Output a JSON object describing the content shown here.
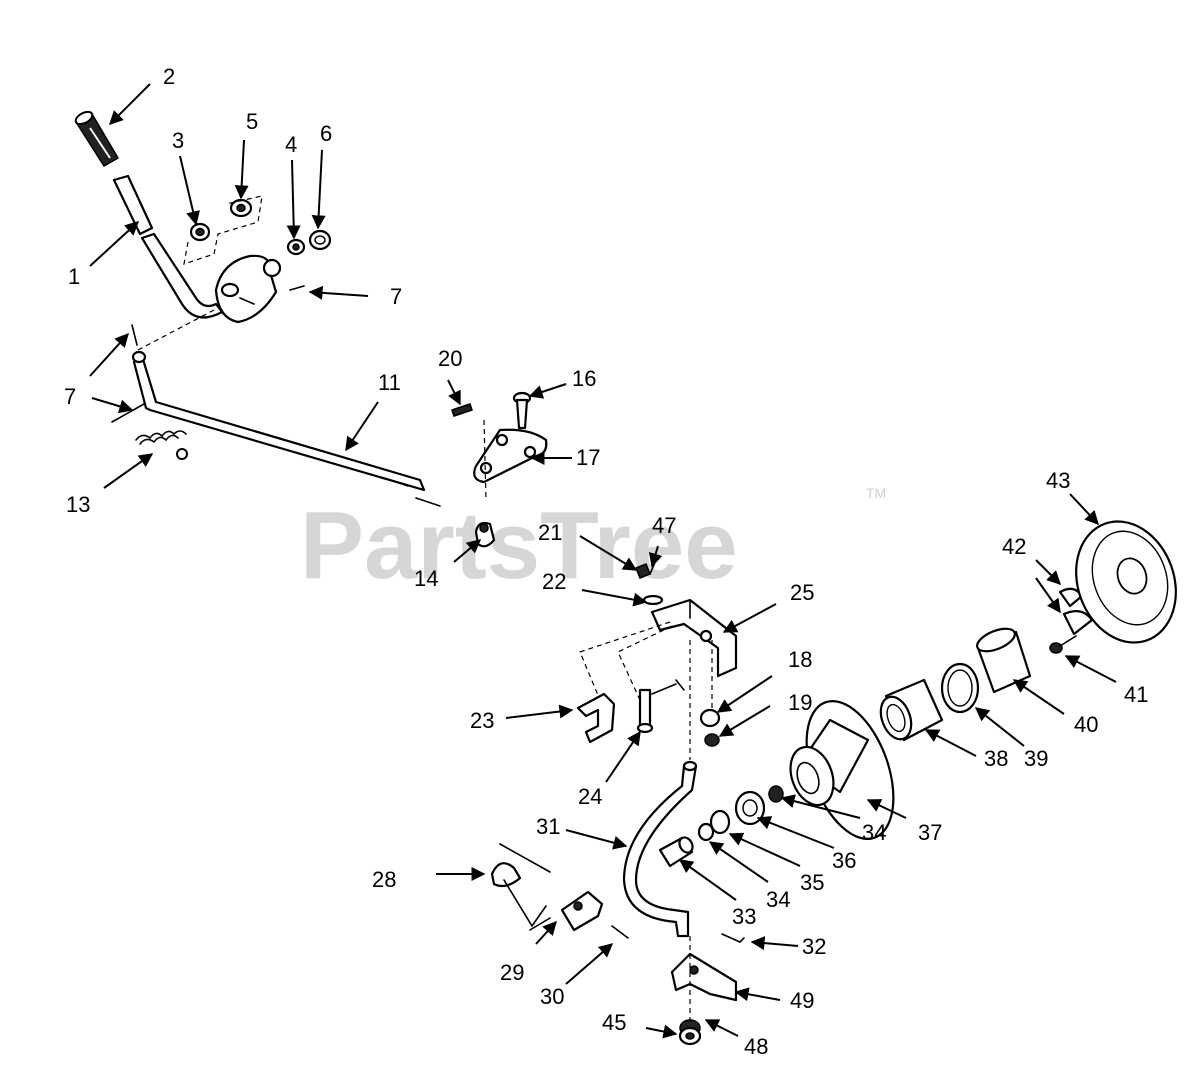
{
  "watermark": {
    "text": "PartsTree",
    "trademark": "TM"
  },
  "callouts": [
    {
      "id": "c2",
      "text": "2"
    },
    {
      "id": "c3",
      "text": "3"
    },
    {
      "id": "c5",
      "text": "5"
    },
    {
      "id": "c4",
      "text": "4"
    },
    {
      "id": "c6",
      "text": "6"
    },
    {
      "id": "c1",
      "text": "1"
    },
    {
      "id": "c7a",
      "text": "7"
    },
    {
      "id": "c7b",
      "text": "7"
    },
    {
      "id": "c11",
      "text": "11"
    },
    {
      "id": "c13",
      "text": "13"
    },
    {
      "id": "c20",
      "text": "20"
    },
    {
      "id": "c16",
      "text": "16"
    },
    {
      "id": "c17",
      "text": "17"
    },
    {
      "id": "c14",
      "text": "14"
    },
    {
      "id": "c21",
      "text": "21"
    },
    {
      "id": "c47",
      "text": "47"
    },
    {
      "id": "c22",
      "text": "22"
    },
    {
      "id": "c25",
      "text": "25"
    },
    {
      "id": "c18",
      "text": "18"
    },
    {
      "id": "c19",
      "text": "19"
    },
    {
      "id": "c23",
      "text": "23"
    },
    {
      "id": "c24",
      "text": "24"
    },
    {
      "id": "c31",
      "text": "31"
    },
    {
      "id": "c28",
      "text": "28"
    },
    {
      "id": "c29",
      "text": "29"
    },
    {
      "id": "c30",
      "text": "30"
    },
    {
      "id": "c33",
      "text": "33"
    },
    {
      "id": "c34a",
      "text": "34"
    },
    {
      "id": "c35",
      "text": "35"
    },
    {
      "id": "c36",
      "text": "36"
    },
    {
      "id": "c34b",
      "text": "34"
    },
    {
      "id": "c37",
      "text": "37"
    },
    {
      "id": "c38",
      "text": "38"
    },
    {
      "id": "c39",
      "text": "39"
    },
    {
      "id": "c40",
      "text": "40"
    },
    {
      "id": "c41",
      "text": "41"
    },
    {
      "id": "c42",
      "text": "42"
    },
    {
      "id": "c43",
      "text": "43"
    },
    {
      "id": "c32",
      "text": "32"
    },
    {
      "id": "c49",
      "text": "49"
    },
    {
      "id": "c45",
      "text": "45"
    },
    {
      "id": "c48",
      "text": "48"
    }
  ]
}
